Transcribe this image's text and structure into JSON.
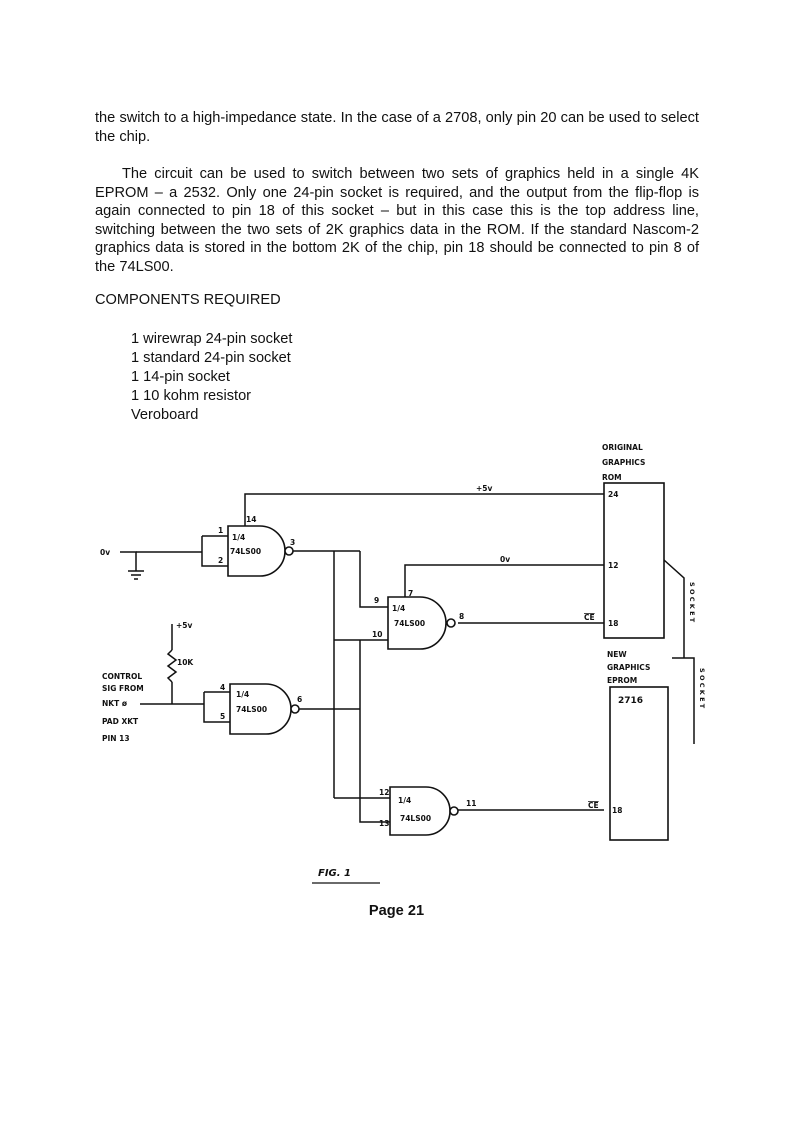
{
  "paragraphs": [
    "the switch to a high-impedance state. In the case of a 2708, only pin 20 can be used to select the chip.",
    "The circuit can be used to switch between two sets of graphics held in a single 4K EPROM – a 2532. Only one 24-pin socket is required, and the output from the flip-flop is again connected to pin 18 of this socket – but in this case this is the top address line, switching between the two sets of 2K graphics data in the ROM. If the standard Nascom-2 graphics data is stored in the bottom 2K of the chip, pin 18 should be connected to pin 8 of the 74LS00."
  ],
  "components": {
    "heading": "COMPONENTS REQUIRED",
    "items": [
      "1 wirewrap 24-pin socket",
      "1 standard 24-pin socket",
      "1 14-pin socket",
      "1 10 kohm resistor",
      "Veroboard"
    ]
  },
  "figure": {
    "caption": "FIG. 1",
    "labels": {
      "original_rom": [
        "ORIGINAL",
        "GRAPHICS",
        "ROM"
      ],
      "new_eprom": [
        "NEW",
        "GRAPHICS",
        "EPROM"
      ],
      "eprom_type": "2716",
      "plus5v_top": "+5v",
      "plus5v_left": "+5v",
      "zero_v_left": "0v",
      "zero_v_mid": "0v",
      "resistor": "10K",
      "control": [
        "CONTROL",
        "SIG FROM",
        "NKT ø",
        "PAD XKT",
        "PIN 13"
      ],
      "gate_fraction": "1/4",
      "gate_type": "74LS00",
      "ce_bar": "CE",
      "pin_24": "24",
      "pin_12": "12",
      "pin_18_rom": "18",
      "pin_18_eprom": "18",
      "sock1_side": "S O C K E T",
      "sock2_side": "S O C K E T",
      "p1": "1",
      "p2": "2",
      "p3": "3",
      "p14": "14",
      "p9": "9",
      "p10": "10",
      "p7": "7",
      "p8": "8",
      "p4": "4",
      "p5": "5",
      "p6": "6",
      "p12": "12",
      "p13": "13",
      "p11": "11"
    }
  },
  "page": {
    "number": "Page 21"
  }
}
